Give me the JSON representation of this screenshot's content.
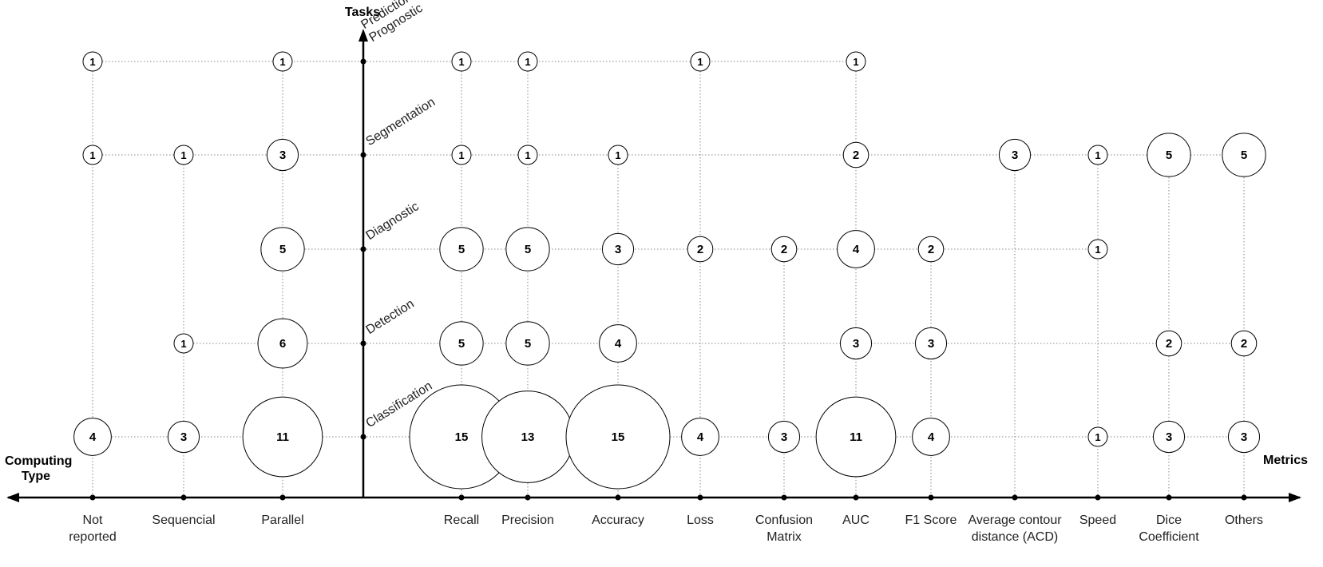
{
  "axis_titles": {
    "tasks": "Tasks",
    "computing_type": "Computing Type",
    "metrics": "Metrics"
  },
  "tasks": [
    "Classification",
    "Detection",
    "Diagnostic",
    "Segmentation",
    "Prediction/ Prognostic"
  ],
  "computing_types": [
    {
      "id": "not-reported",
      "label": "Not reported"
    },
    {
      "id": "sequencial",
      "label": "Sequencial"
    },
    {
      "id": "parallel",
      "label": "Parallel"
    }
  ],
  "metrics": [
    {
      "id": "recall",
      "label": "Recall"
    },
    {
      "id": "precision",
      "label": "Precision"
    },
    {
      "id": "accuracy",
      "label": "Accuracy"
    },
    {
      "id": "loss",
      "label": "Loss"
    },
    {
      "id": "confusion-matrix",
      "label": "Confusion Matrix"
    },
    {
      "id": "auc",
      "label": "AUC"
    },
    {
      "id": "f1-score",
      "label": "F1 Score"
    },
    {
      "id": "acd",
      "label": "Average contour distance (ACD)"
    },
    {
      "id": "speed",
      "label": "Speed"
    },
    {
      "id": "dice",
      "label": "Dice Coefficient"
    },
    {
      "id": "others",
      "label": "Others"
    }
  ],
  "computing_counts": {
    "Classification": {
      "Not reported": 4,
      "Sequencial": 3,
      "Parallel": 11
    },
    "Detection": {
      "Sequencial": 1,
      "Parallel": 6
    },
    "Diagnostic": {
      "Parallel": 5
    },
    "Segmentation": {
      "Not reported": 1,
      "Sequencial": 1,
      "Parallel": 3
    },
    "Prediction/ Prognostic": {
      "Not reported": 1,
      "Parallel": 1
    }
  },
  "metric_counts": {
    "Classification": {
      "Recall": 15,
      "Precision": 13,
      "Accuracy": 15,
      "Loss": 4,
      "Confusion Matrix": 3,
      "AUC": 11,
      "F1 Score": 4,
      "Speed": 1,
      "Dice Coefficient": 3,
      "Others": 3
    },
    "Detection": {
      "Recall": 5,
      "Precision": 5,
      "Accuracy": 4,
      "AUC": 3,
      "F1 Score": 3,
      "Dice Coefficient": 2,
      "Others": 2
    },
    "Diagnostic": {
      "Recall": 5,
      "Precision": 5,
      "Accuracy": 3,
      "Loss": 2,
      "Confusion Matrix": 2,
      "AUC": 4,
      "F1 Score": 2,
      "Speed": 1
    },
    "Segmentation": {
      "Recall": 1,
      "Precision": 1,
      "Accuracy": 1,
      "AUC": 2,
      "Average contour distance (ACD)": 3,
      "Speed": 1,
      "Dice Coefficient": 5,
      "Others": 5
    },
    "Prediction/ Prognostic": {
      "Recall": 1,
      "Precision": 1,
      "Loss": 1,
      "AUC": 1
    }
  },
  "colors": {
    "line": "#000000",
    "grid": "#888888",
    "bubble_fill": "#ffffff"
  }
}
